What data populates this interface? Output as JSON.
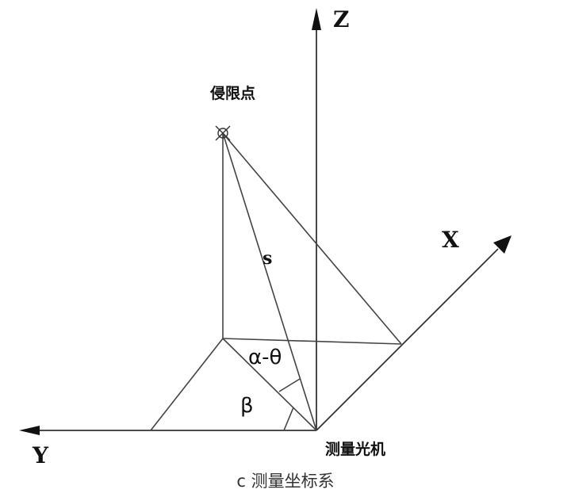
{
  "diagram": {
    "axes": {
      "z_label": "Z",
      "x_label": "X",
      "y_label": "Y"
    },
    "points": {
      "intrusion_point_label": "侵限点",
      "instrument_label": "测量光机"
    },
    "annotations": {
      "distance_label": "s",
      "angle_alpha_theta": "α-θ",
      "angle_beta": "β"
    },
    "caption": "c 测量坐标系",
    "colors": {
      "line": "#444444",
      "text": "#111111",
      "background": "#ffffff"
    }
  }
}
